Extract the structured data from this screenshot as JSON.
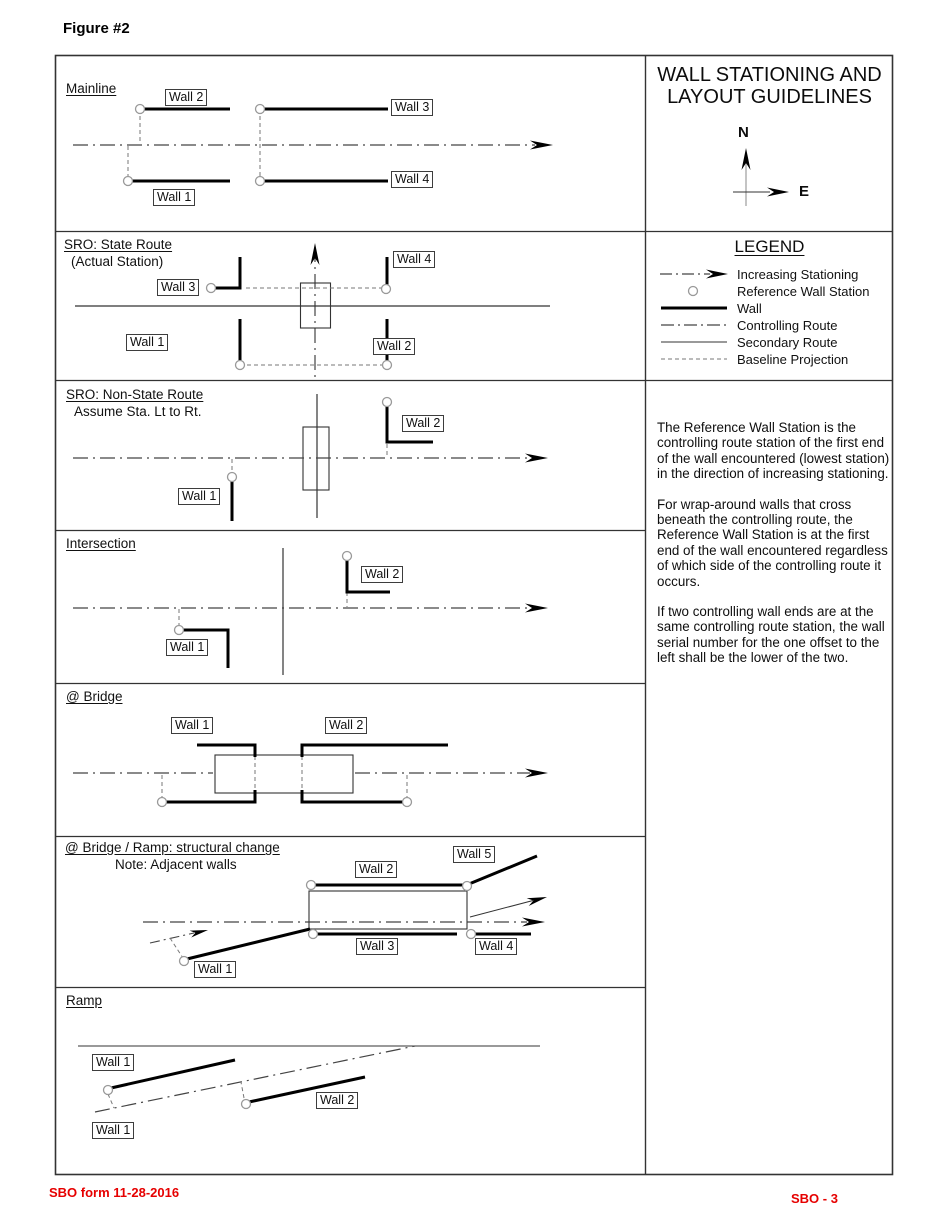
{
  "figure_label": "Figure #2",
  "header": {
    "title_line1": "WALL STATIONING AND",
    "title_line2": "LAYOUT GUIDELINES"
  },
  "compass": {
    "north": "N",
    "east": "E"
  },
  "legend": {
    "title": "LEGEND",
    "items": [
      "Increasing Stationing",
      "Reference Wall Station",
      "Wall",
      "Controlling Route",
      "Secondary Route",
      "Baseline Projection"
    ]
  },
  "notes": {
    "para1": "The Reference Wall Station is the controlling route station of the first end of the wall encountered (lowest station) in the direction of increasing stationing.",
    "para2": "For wrap-around walls that cross beneath the controlling route, the Reference Wall Station is at the first end of the wall encountered regardless of which side of the controlling route it occurs.",
    "para3": "If two controlling wall ends are at the same controlling route station, the wall serial number for the one offset to the left shall be the lower of the two."
  },
  "panels": [
    {
      "title": "Mainline",
      "walls": {
        "w1": "Wall 1",
        "w2": "Wall 2",
        "w3": "Wall 3",
        "w4": "Wall 4"
      }
    },
    {
      "title": "SRO: State Route",
      "subtitle": "(Actual Station)",
      "walls": {
        "w1": "Wall 1",
        "w2": "Wall 2",
        "w3": "Wall 3",
        "w4": "Wall 4"
      }
    },
    {
      "title": "SRO: Non-State Route",
      "subtitle": "Assume Sta. Lt to Rt.",
      "walls": {
        "w1": "Wall 1",
        "w2": "Wall 2"
      }
    },
    {
      "title": "Intersection",
      "walls": {
        "w1": "Wall 1",
        "w2": "Wall 2"
      }
    },
    {
      "title": "@ Bridge",
      "walls": {
        "w1": "Wall 1",
        "w2": "Wall 2"
      }
    },
    {
      "title": "@ Bridge / Ramp: structural change",
      "subtitle": "Note: Adjacent walls",
      "walls": {
        "w1": "Wall 1",
        "w2": "Wall 2",
        "w3": "Wall 3",
        "w4": "Wall 4",
        "w5": "Wall 5"
      }
    },
    {
      "title": "Ramp",
      "walls": {
        "w1": "Wall 1",
        "w1b": "Wall 1",
        "w2": "Wall 2"
      }
    }
  ],
  "footer": {
    "form_label": "SBO form 11-28-2016",
    "page_label": "SBO - 3"
  },
  "colors": {
    "accent_red": "#e60000",
    "line_black": "#000000"
  }
}
